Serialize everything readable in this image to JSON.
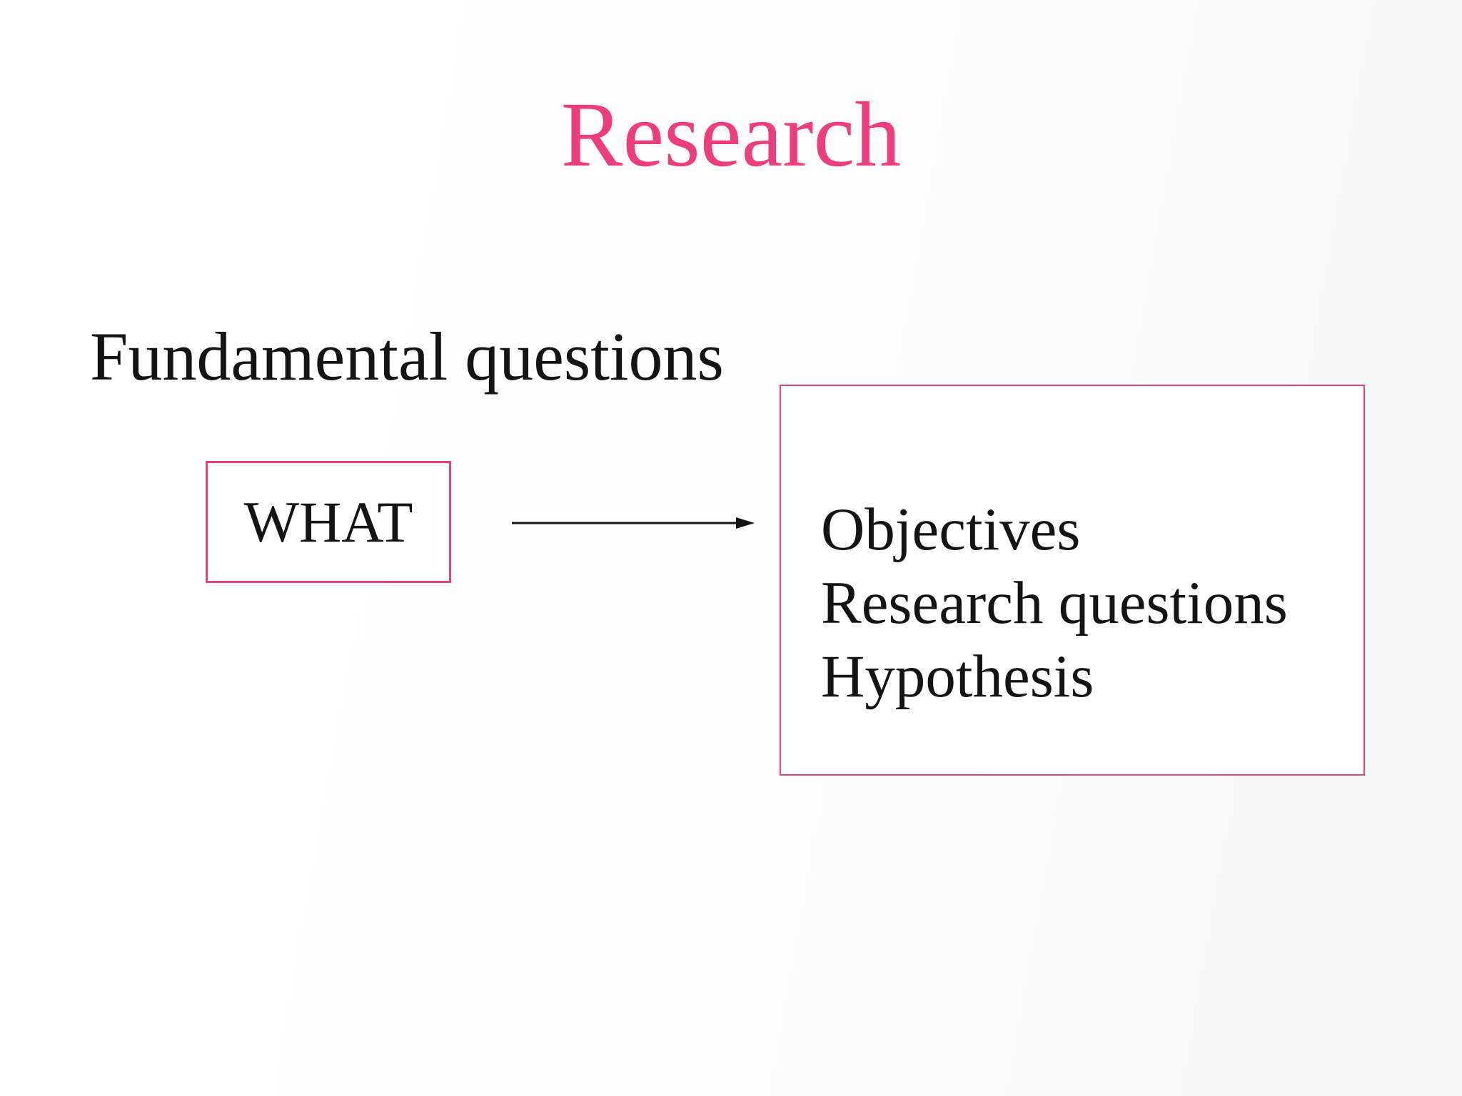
{
  "slide": {
    "title": "Research",
    "heading": "Fundamental questions",
    "what_box": {
      "label": "WHAT"
    },
    "outcome_box": {
      "lines": [
        "Objectives",
        "Research questions",
        "Hypothesis"
      ]
    },
    "icons": {
      "flow_arrow": "→"
    },
    "colors": {
      "accent": "#ee3d7c",
      "box_border": "#e8437f",
      "text": "#141414",
      "background": "#fdfdfd"
    }
  }
}
